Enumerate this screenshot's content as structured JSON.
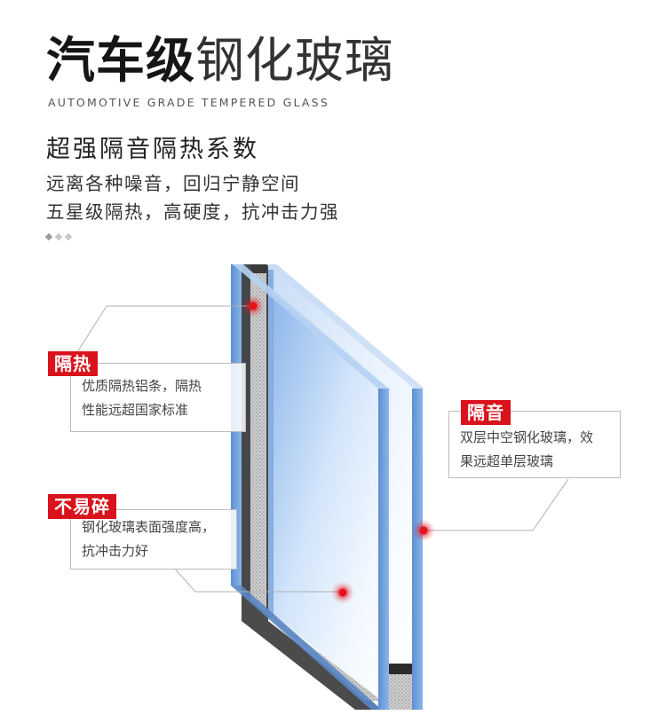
{
  "header": {
    "title_bold": "汽车级",
    "title_light": "钢化玻璃",
    "subtitle_en": "AUTOMOTIVE GRADE TEMPERED GLASS"
  },
  "intro": {
    "heading": "超强隔音隔热系数",
    "line1": "远离各种噪音，回归宁静空间",
    "line2": "五星级隔热，高硬度，抗冲击力强"
  },
  "callouts": {
    "heat": {
      "tag": "隔热",
      "line1": "优质隔热铝条，隔热",
      "line2": "性能远超国家标准"
    },
    "shatter": {
      "tag": "不易碎",
      "line1": "钢化玻璃表面强度高，",
      "line2": "抗冲击力好"
    },
    "sound": {
      "tag": "隔音",
      "line1": "双层中空钢化玻璃，效",
      "line2": "果远超单层玻璃"
    }
  },
  "colors": {
    "accent_red": "#d9121b",
    "glass_blue": "#6e9fd8"
  }
}
